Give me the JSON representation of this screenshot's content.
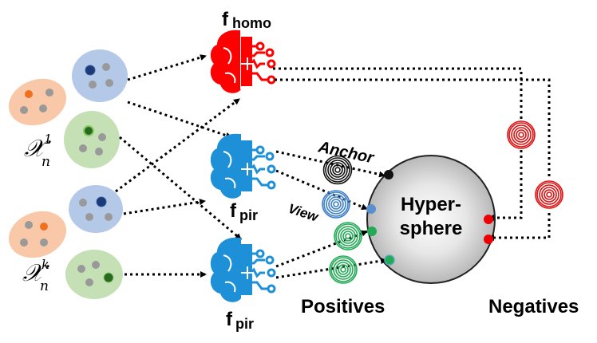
{
  "labels": {
    "f_homo_base": "f",
    "f_homo_sub": "homo",
    "f_pir_base": "f",
    "f_pir_sub": "pir",
    "anchor": "Anchor",
    "view": "View",
    "hypersphere_line1": "Hyper-",
    "hypersphere_line2": "sphere",
    "positives": "Positives",
    "negatives": "Negatives",
    "x_symbol": "𝒳",
    "x_sub": "n",
    "x_sup_1": "1",
    "x_sup_k": "k"
  },
  "colors": {
    "homo_brain": "#ff0000",
    "pir_brain": "#1e90d8",
    "orange_blob": "#f8c8a8",
    "blue_blob": "#b4c8e8",
    "green_blob": "#c4e0b4",
    "anchor_dot": "#111111",
    "view_dot": "#5a8fd0",
    "positive_dot": "#22aa55",
    "negative_dot": "#ee0000",
    "fingerprint_anchor": "#111111",
    "fingerprint_view": "#3a7fc8",
    "fingerprint_positive": "#22aa55",
    "fingerprint_negative": "#dd1111"
  }
}
